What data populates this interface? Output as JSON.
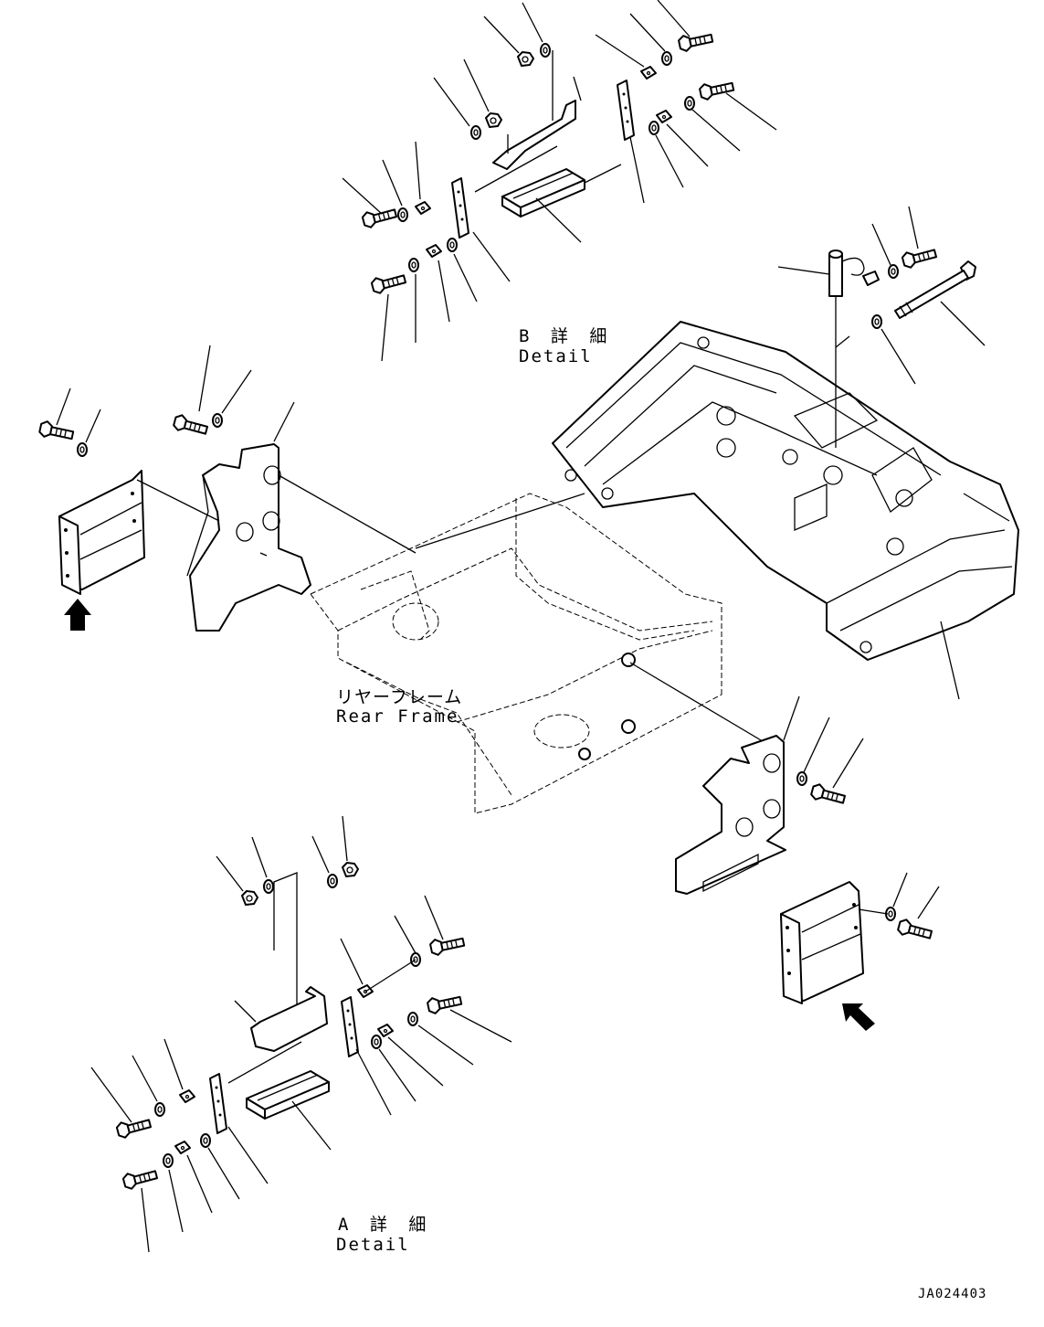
{
  "labels": {
    "detail_b_jp": "B 詳 細",
    "detail_b_en": "Detail",
    "rear_frame_jp": "リヤーフレーム",
    "rear_frame_en": "Rear Frame",
    "detail_a_jp": "A 詳 細",
    "detail_a_en": "Detail",
    "drawing_code": "JA024403"
  },
  "icons": [
    "view-arrow-icon-a",
    "view-arrow-icon-b"
  ]
}
